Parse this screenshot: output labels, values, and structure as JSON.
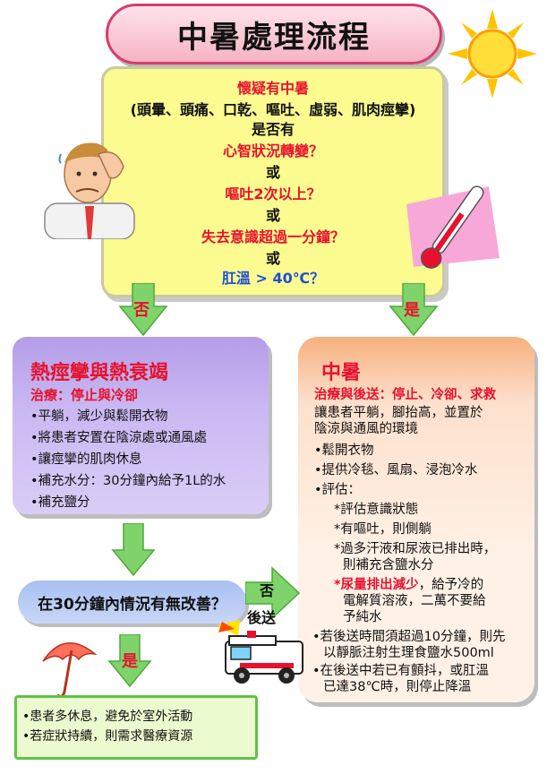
{
  "title": "中暑處理流程",
  "decision": {
    "line1": "懷疑有中暑",
    "line2": "(頭暈、頭痛、口乾、嘔吐、虛弱、肌肉痙攣)",
    "line3": "是否有",
    "line4": "心智狀況轉變？",
    "or1": "或",
    "line5": "嘔吐2次以上？",
    "or2": "或",
    "line6": "失去意識超過一分鐘？",
    "or3": "或",
    "line7": "肛溫 > 40℃？"
  },
  "labels": {
    "no": "否",
    "yes": "是",
    "no2": "否",
    "yes2": "是",
    "send": "後送"
  },
  "heat_box": {
    "title": "熱痙攣與熱衰竭",
    "treatment": "治療：停止與冷卻",
    "items": [
      "•平躺，減少與鬆開衣物",
      "•將患者安置在陰涼處或通風處",
      "•讓痙攣的肌肉休息",
      "•補充水分：30分鐘內給予1L的水",
      "•補充鹽分"
    ]
  },
  "stroke_box": {
    "title": "中暑",
    "treatment": "治療與後送：停止、冷卻、求救",
    "lines": [
      "讓患者平躺，腳抬高，並置於",
      "陰涼與通風的環境",
      "•鬆開衣物",
      "•提供冷毯、風扇、浸泡冷水",
      "•評估：",
      "*評估意識狀態",
      "*有嘔吐，則側躺",
      "*過多汗液和尿液已排出時，",
      "則補充含鹽水分",
      "*尿量排出減少",
      "，給予冷的",
      "電解質溶液，二萬不要給",
      "予純水",
      "•若後送時間須超過10分鐘，則先",
      "以靜脈注射生理食鹽水500ml",
      "•在後送中若已有顫抖，或肛溫",
      "已達38℃時，則停止降溫"
    ]
  },
  "improve_question": "在30分鐘內情況有無改善？",
  "rest_box": {
    "line1": "•患者多休息，避免於室外活動",
    "line2": "•若症狀持續，則需求醫療資源"
  }
}
